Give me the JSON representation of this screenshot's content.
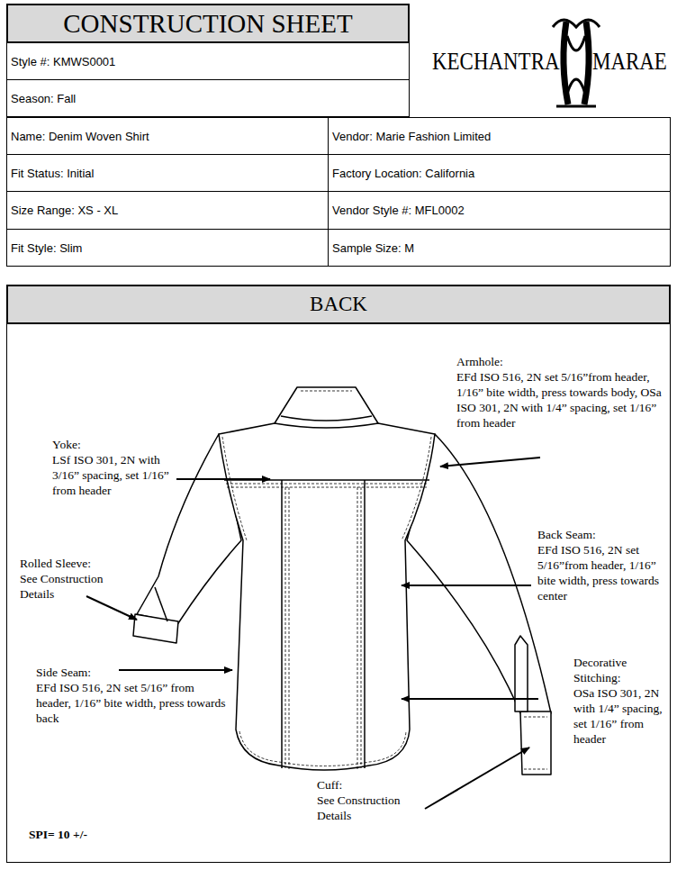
{
  "diagram": {
    "title": "CONSTRUCTION SHEET",
    "nodes": [
      {
        "text": [
          "Style #: KMWS0001"
        ]
      },
      {
        "text": [
          "Season: Fall"
        ]
      },
      {
        "text": [
          "KECHANTRA",
          "MARAE"
        ]
      },
      {
        "text": [
          "Name: Denim Woven Shirt"
        ]
      },
      {
        "text": [
          "Vendor: Marie Fashion Limited"
        ]
      },
      {
        "text": [
          "Fit Status: Initial"
        ]
      },
      {
        "text": [
          "Factory Location: California"
        ]
      },
      {
        "text": [
          "Size Range: XS - XL"
        ]
      },
      {
        "text": [
          "Vendor Style #: MFL0002"
        ]
      },
      {
        "text": [
          "Fit Style: Slim"
        ]
      },
      {
        "text": [
          "Sample Size: M"
        ]
      },
      {
        "text": [
          "BACK"
        ]
      }
    ],
    "labels": [
      "Armhole:",
      "EFd ISO 516, 2N set 5/16”from header, 1/16” bite width, press towards body, OSa ISO 301, 2N with 1/4” spacing, set 1/16” from header",
      "Yoke:",
      "LSf ISO 301, 2N with 3/16” spacing, set 1/16” from header",
      "Back Seam:",
      "EFd ISO 516, 2N set 5/16”from header, 1/16” bite width, press towards center",
      "Rolled Sleeve:",
      "See Construction Details",
      "Decorative Stitching:",
      "OSa ISO 301, 2N with 1/4” spacing, set 1/16” from header",
      "Side Seam:",
      "EFd ISO 516, 2N set 5/16” from header, 1/16” bite width, press towards back",
      "Cuff:",
      "See Construction Details",
      "SPI= 10 +/-"
    ]
  }
}
